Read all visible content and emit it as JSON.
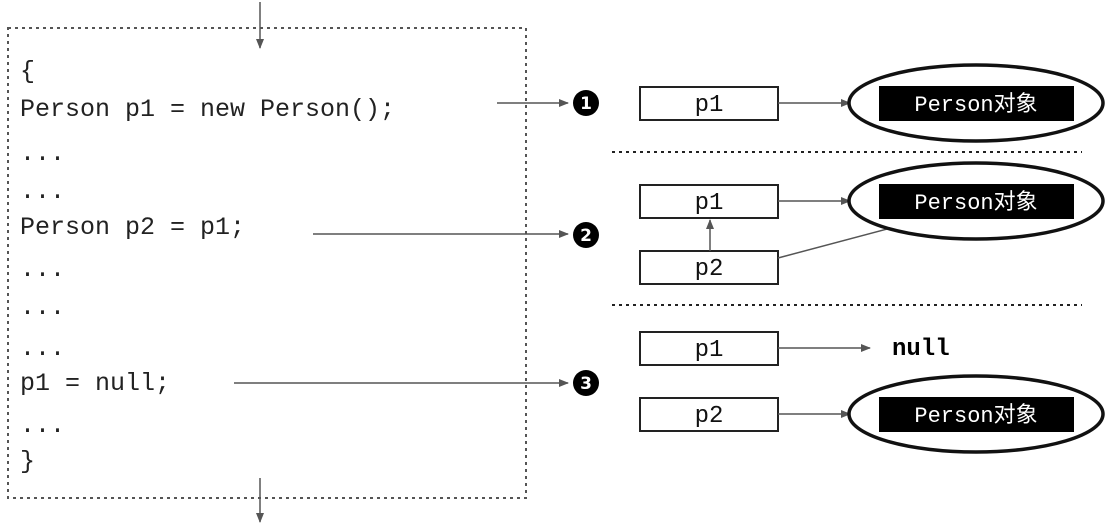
{
  "code_lines": [
    "{",
    "Person p1 = new Person();",
    "...",
    "...",
    "Person p2 = p1;",
    "...",
    "...",
    "...",
    "p1  = null;",
    "...",
    "}"
  ],
  "steps": [
    {
      "marker": "1",
      "variables": [
        "p1"
      ],
      "object_label": "Person对象"
    },
    {
      "marker": "2",
      "variables": [
        "p1",
        "p2"
      ],
      "object_label": "Person对象"
    },
    {
      "marker": "3",
      "variables": [
        "p1",
        "p2"
      ],
      "null_label": "null",
      "object_label": "Person对象"
    }
  ],
  "colors": {
    "object_fill": "#000000",
    "object_text": "#ffffff",
    "arrow": "#555555"
  }
}
